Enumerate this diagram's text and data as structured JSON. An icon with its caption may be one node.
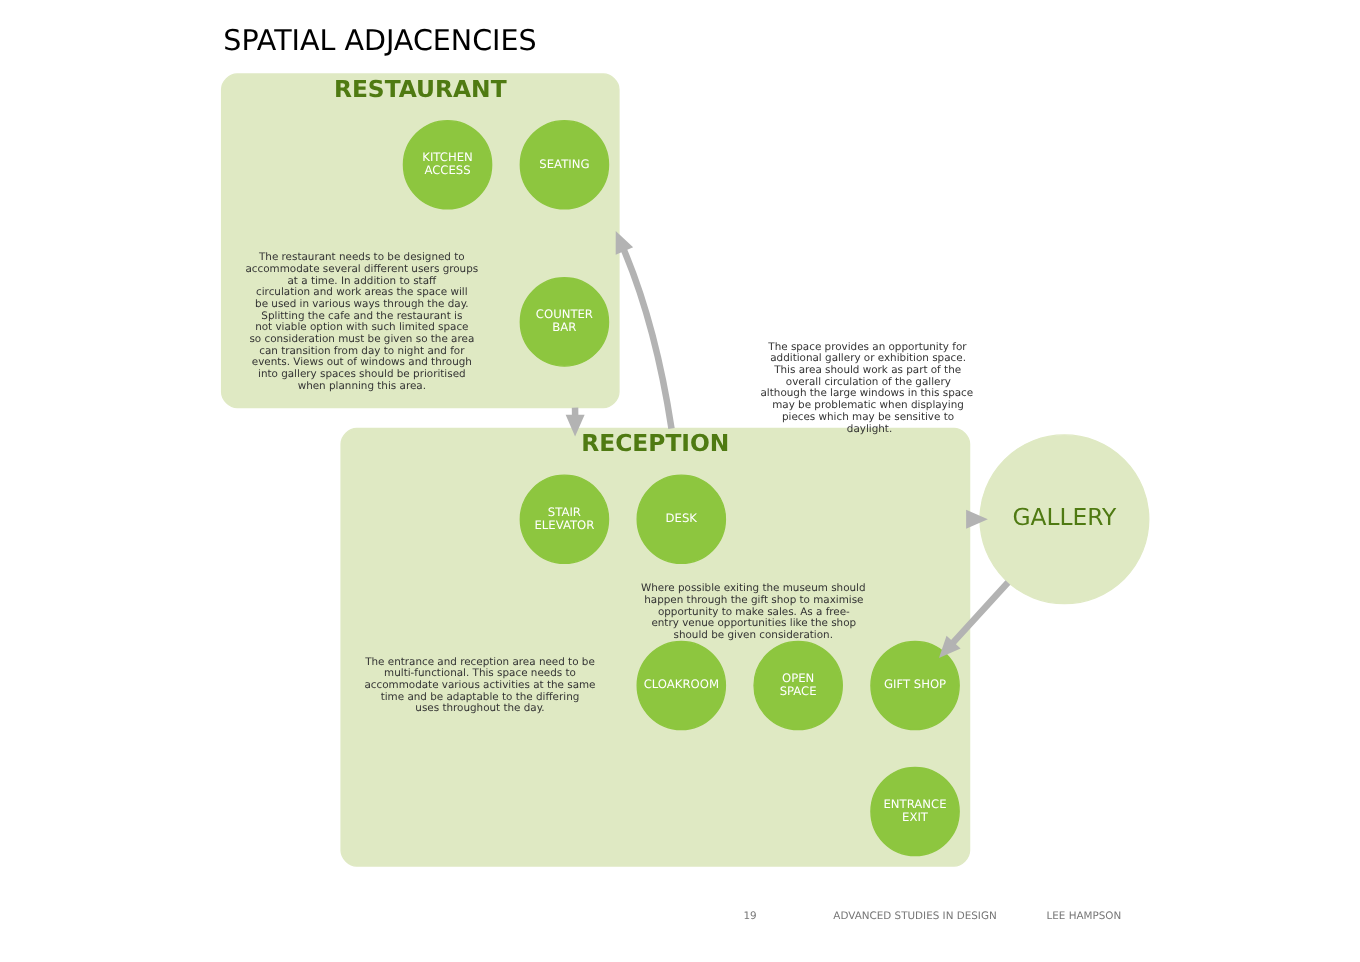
{
  "diagram": {
    "title": "SPATIAL ADJACENCIES",
    "nodes": [
      {
        "text": [
          "RESTAURANT"
        ],
        "beside": [
          "The restaurant needs to be designed to accommodate several different users groups at a time. In addition to staff circulation and work areas the space will be used in various ways through the day. Splitting the cafe and the restaurant is not viable option with such limited space so consideration must be given so the area can transition from day to night and for events. Views out of windows and through into gallery spaces should be prioritised when planning this area."
        ]
      },
      {
        "text": [
          "KITCHEN ACCESS"
        ],
        "in": 0
      },
      {
        "text": [
          "SEATING"
        ],
        "in": 0
      },
      {
        "text": [
          "COUNTER BAR"
        ],
        "in": 0
      },
      {
        "text": [
          "GALLERY"
        ],
        "beside": [
          "The space provides an opportunity for additional gallery or exhibition space. This area should work as part of the overall circulation of the gallery although the large windows in this space may be problematic when displaying pieces which may be sensitive to daylight."
        ]
      },
      {
        "text": [
          "RECEPTION"
        ],
        "beside": [
          "The entrance and reception area need to be multi-functional. This space needs to accommodate various activities at the same time and be adaptable to the differing uses throughout the day."
        ]
      },
      {
        "text": [
          "DESK"
        ],
        "in": 5
      },
      {
        "text": [
          "STAIR ELEVATOR"
        ],
        "in": 5
      },
      {
        "text": [
          "OPEN SPACE"
        ],
        "in": 5
      },
      {
        "text": [
          "CLOAKROOM"
        ],
        "in": 5
      },
      {
        "text": [
          "ENTRANCE EXIT"
        ],
        "in": 5
      },
      {
        "text": [
          "GIFT SHOP"
        ],
        "in": 5,
        "beside": [
          "Where possible exiting the museum should happen through the gift shop to maximise opportunity to make sales. As a free-entry venue opportunities like the shop should be given consideration."
        ]
      }
    ],
    "edges": [
      {
        "from": 0,
        "to": 5,
        "arrow": "to"
      },
      {
        "from": 5,
        "to": 0,
        "arrow": "to"
      },
      {
        "from": 5,
        "to": 4,
        "arrow": "to"
      },
      {
        "from": 4,
        "to": 11,
        "arrow": "to"
      }
    ],
    "labels": [
      "19",
      "ADVANCED STUDIES IN DESIGN",
      "LEE HAMPSON"
    ]
  }
}
